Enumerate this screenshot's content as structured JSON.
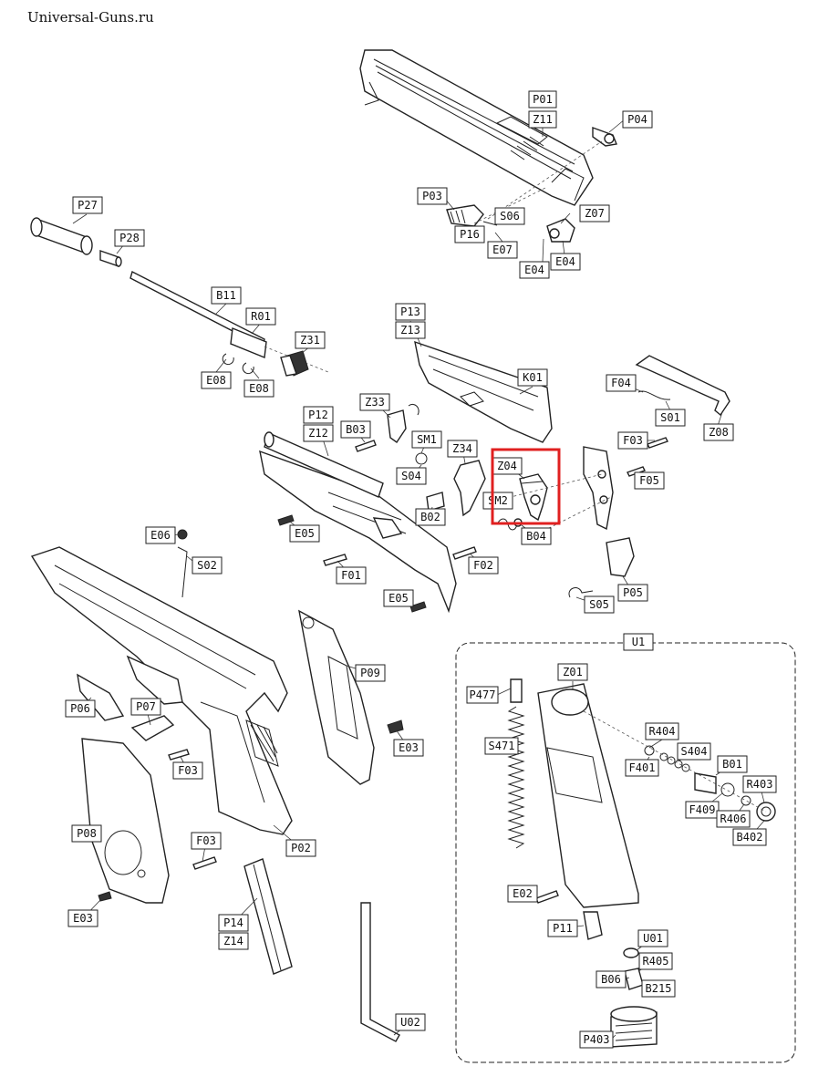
{
  "watermark": "Universal-Guns.ru",
  "highlight_color": "#e02020",
  "labels": {
    "P01": "P01",
    "Z11": "Z11",
    "P04": "P04",
    "P03": "P03",
    "S06": "S06",
    "P16": "P16",
    "E07": "E07",
    "Z07": "Z07",
    "E04a": "E04",
    "E04b": "E04",
    "P27": "P27",
    "P28": "P28",
    "B11": "B11",
    "R01": "R01",
    "Z31": "Z31",
    "E08a": "E08",
    "E08b": "E08",
    "P13": "P13",
    "Z13": "Z13",
    "K01": "K01",
    "F04": "F04",
    "S01": "S01",
    "Z08": "Z08",
    "Z33": "Z33",
    "P12": "P12",
    "Z12": "Z12",
    "B03": "B03",
    "SM1": "SM1",
    "Z34": "Z34",
    "S04": "S04",
    "Z04": "Z04",
    "SM2": "SM2",
    "B02": "B02",
    "B04": "B04",
    "F03a": "F03",
    "F05": "F05",
    "E05a": "E05",
    "E06": "E06",
    "S02": "S02",
    "F01": "F01",
    "F02": "F02",
    "P05": "P05",
    "S05": "S05",
    "E05b": "E05",
    "P09": "P09",
    "E03a": "E03",
    "P06": "P06",
    "P07": "P07",
    "F03b": "F03",
    "P08": "P08",
    "F03c": "F03",
    "P02": "P02",
    "E03b": "E03",
    "P14": "P14",
    "Z14": "Z14",
    "U02": "U02",
    "U1": "U1",
    "P477": "P477",
    "Z01": "Z01",
    "S471": "S471",
    "R404": "R404",
    "S404": "S404",
    "F401": "F401",
    "B01": "B01",
    "R403": "R403",
    "F409": "F409",
    "R406": "R406",
    "B402": "B402",
    "E02": "E02",
    "P11": "P11",
    "U01": "U01",
    "R405": "R405",
    "B06": "B06",
    "B215": "B215",
    "P403": "P403"
  }
}
